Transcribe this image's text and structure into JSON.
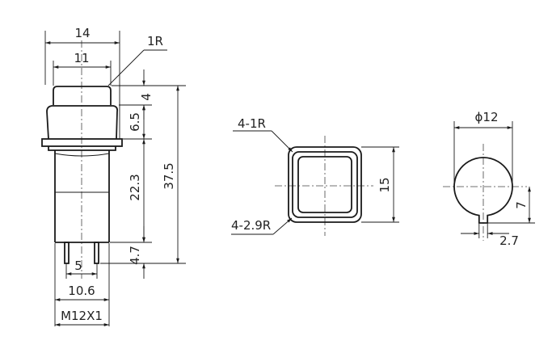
{
  "side_view": {
    "dim_width_top": "14",
    "dim_corner_radius": "1R",
    "dim_width_cap": "11",
    "dim_cap_height": "4",
    "dim_bezel_height": "6.5",
    "dim_body_height": "22.3",
    "dim_total_height": "37.5",
    "dim_pin_length": "4.7",
    "dim_pin_spacing": "5",
    "dim_thread_width": "10.6",
    "thread_spec": "M12X1"
  },
  "front_view": {
    "corner_radius_label": "4-1R",
    "outer_radius_label": "4-2.9R",
    "dim_square_size": "15"
  },
  "round_view": {
    "dim_diameter": "ϕ12",
    "dim_key_offset": "7",
    "dim_key_width": "2.7"
  },
  "colors": {
    "line": "#1a1a1a",
    "background": "#ffffff"
  }
}
